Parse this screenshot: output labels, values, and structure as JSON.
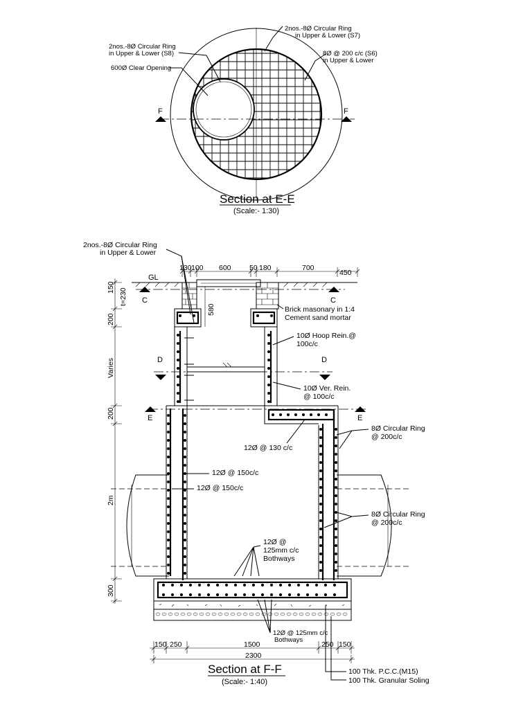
{
  "section_ee": {
    "title": "Section at E-E",
    "scale": "(Scale:- 1:30)",
    "label_s7_line1": "2nos.-8Ø Circular Ring",
    "label_s7_line2": "in Upper & Lower (S7)",
    "label_s8_line1": "2nos.-8Ø Circular Ring",
    "label_s8_line2": "in Upper & Lower (S8)",
    "label_s6_line1": "8Ø @ 200 c/c (S6)",
    "label_s6_line2": "in Upper & Lower",
    "label_opening": "600Ø Clear Opening",
    "cut_left": "F",
    "cut_right": "F"
  },
  "section_ff": {
    "title": "Section at F-F",
    "scale": "(Scale:- 1:40)",
    "ring_note_line1": "2nos.-8Ø Circular Ring",
    "ring_note_line2": "in Upper & Lower",
    "gl": "GL",
    "top_dims": [
      "130",
      "100",
      "600",
      "50",
      "180",
      "700",
      "450"
    ],
    "dim_580": "580",
    "left_dims": [
      "150",
      "t=230",
      "200",
      "Varies",
      "200",
      "2m",
      "300"
    ],
    "cut_c_left": "C",
    "cut_c_right": "C",
    "cut_d_left": "D",
    "cut_d_right": "D",
    "cut_e_left": "E",
    "cut_e_right": "E",
    "brick_line1": "Brick masonary in 1:4",
    "brick_line2": "Cement sand  mortar",
    "hoop_line1": "10Ø Hoop Rein.@",
    "hoop_line2": "100c/c",
    "ver_line1": "10Ø Ver. Rein.",
    "ver_line2": "@ 100c/c",
    "ring_200_a_line1": "8Ø Circular Ring",
    "ring_200_a_line2": "@ 200c/c",
    "ring_200_b_line1": "8Ø Circular Ring",
    "ring_200_b_line2": "@ 200c/c",
    "bar_130": "12Ø @ 130 c/c",
    "bar_150_a": "12Ø @ 150c/c",
    "bar_150_b": "12Ø @ 150c/c",
    "bar_125_line1": "12Ø @",
    "bar_125_line2": "125mm c/c",
    "bar_125_line3": "Bothways",
    "bar_125b_line1": "12Ø @ 125mm c/c",
    "bar_125b_line2": "Bothways",
    "bottom_dims": [
      "150",
      "250",
      "1500",
      "250",
      "150"
    ],
    "total_dim": "2300",
    "pcc": "100 Thk. P.C.C.(M15)",
    "soling": "100 Thk. Granular Soling"
  }
}
